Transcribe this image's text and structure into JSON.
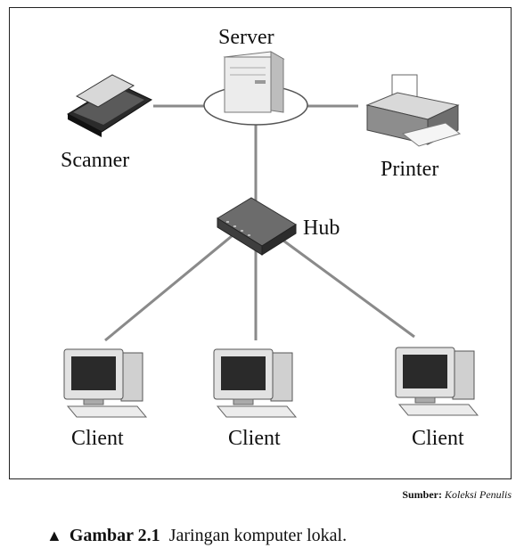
{
  "diagram": {
    "nodes": {
      "server": "Server",
      "scanner": "Scanner",
      "printer": "Printer",
      "hub": "Hub",
      "client_1": "Client",
      "client_2": "Client",
      "client_3": "Client"
    },
    "edges": [
      [
        "scanner",
        "server"
      ],
      [
        "server",
        "printer"
      ],
      [
        "server",
        "hub"
      ],
      [
        "hub",
        "client_1"
      ],
      [
        "hub",
        "client_2"
      ],
      [
        "hub",
        "client_3"
      ]
    ]
  },
  "source": {
    "label": "Sumber:",
    "value": "Koleksi Penulis"
  },
  "caption": {
    "marker": "▲",
    "number": "Gambar 2.1",
    "text": "Jaringan komputer lokal."
  }
}
